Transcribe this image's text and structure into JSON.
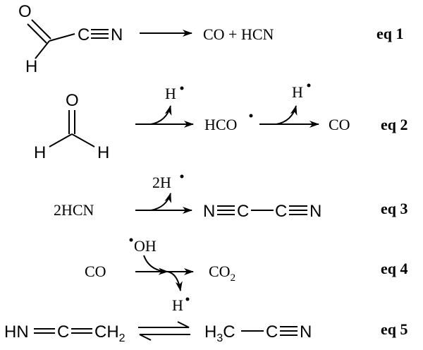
{
  "equations": [
    {
      "label": "eq 1",
      "reactant": {
        "formula_drawn": "formyl cyanide",
        "H": "H",
        "O": "O",
        "C": "C",
        "N": "N"
      },
      "product": "CO + HCN"
    },
    {
      "label": "eq 2",
      "reactant": {
        "formula_drawn": "formaldehyde",
        "O": "O",
        "H_left": "H",
        "H_right": "H"
      },
      "loss_1": "H",
      "intermediate": "HCO",
      "loss_2": "H",
      "product": "CO"
    },
    {
      "label": "eq 3",
      "reactant": "2HCN",
      "loss": "2H",
      "product": {
        "N1": "N",
        "C1": "C",
        "C2": "C",
        "N2": "N"
      }
    },
    {
      "label": "eq 4",
      "reactant": "CO",
      "adds": "OH",
      "product": "CO",
      "product_subscript": "2",
      "loss": "H"
    },
    {
      "label": "eq 5",
      "reactant": {
        "HN": "HN",
        "C": "C",
        "CH": "CH",
        "sub": "2"
      },
      "product": {
        "H": "H",
        "sub": "3",
        "C": "C",
        "C2": "C",
        "N": "N"
      }
    }
  ]
}
